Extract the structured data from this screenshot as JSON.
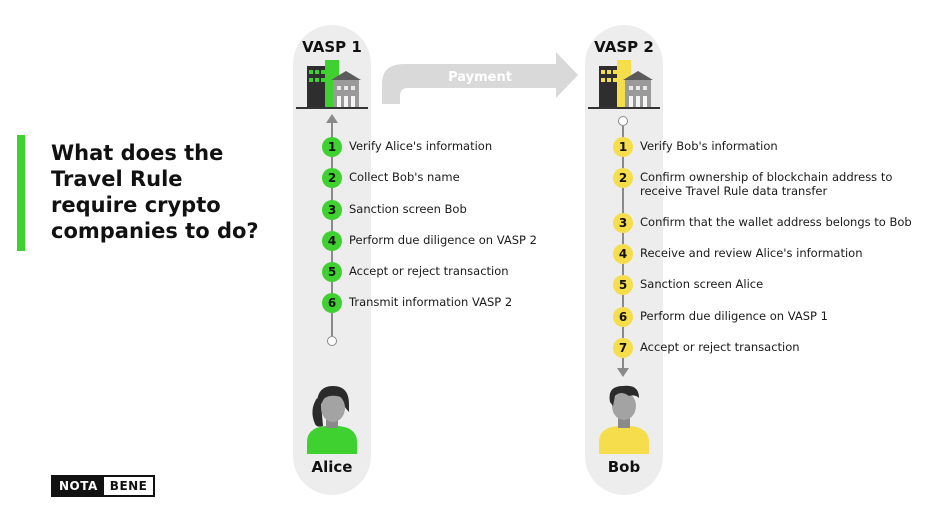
{
  "headline": {
    "lines": [
      "What does the",
      "Travel Rule",
      "require crypto",
      "companies to do?"
    ]
  },
  "colors": {
    "accent_green": "#3ed130",
    "accent_yellow": "#f6dd4b",
    "column_bg": "#ededed",
    "arrow_gray": "#d9d9d9"
  },
  "payment": {
    "label": "Payment"
  },
  "vasp1": {
    "title": "VASP 1",
    "person": "Alice",
    "icon": "building-icon",
    "steps": [
      {
        "num": "1",
        "text": "Verify Alice's information"
      },
      {
        "num": "2",
        "text": "Collect Bob's name"
      },
      {
        "num": "3",
        "text": "Sanction screen Bob"
      },
      {
        "num": "4",
        "text": "Perform due diligence on VASP 2"
      },
      {
        "num": "5",
        "text": "Accept or reject transaction"
      },
      {
        "num": "6",
        "text": "Transmit information VASP 2"
      }
    ]
  },
  "vasp2": {
    "title": "VASP 2",
    "person": "Bob",
    "icon": "building-icon",
    "steps": [
      {
        "num": "1",
        "text": "Verify Bob's information"
      },
      {
        "num": "2",
        "line1": "Confirm ownership of blockchain address to",
        "line2": "receive Travel Rule data transfer"
      },
      {
        "num": "3",
        "text": "Confirm that the wallet address belongs to Bob"
      },
      {
        "num": "4",
        "text": "Receive and review Alice's information"
      },
      {
        "num": "5",
        "text": "Sanction screen Alice"
      },
      {
        "num": "6",
        "text": "Perform due diligence on VASP 1"
      },
      {
        "num": "7",
        "text": "Accept or reject transaction"
      }
    ]
  },
  "logo": {
    "part1": "NOTA",
    "part2": "BENE"
  }
}
